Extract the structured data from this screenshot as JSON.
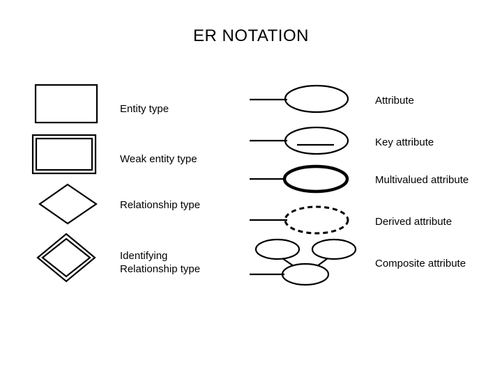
{
  "slide": {
    "title": "ER NOTATION",
    "background_color": "#ffffff",
    "ink_color": "#000000"
  },
  "left_column": {
    "items": [
      {
        "key": "entity",
        "label": "Entity type",
        "symbol": "rectangle"
      },
      {
        "key": "weak_entity",
        "label": "Weak entity type",
        "symbol": "double-rectangle"
      },
      {
        "key": "relationship",
        "label": "Relationship type",
        "symbol": "diamond"
      },
      {
        "key": "identifying",
        "label": "Identifying\nRelationship type",
        "symbol": "double-diamond"
      }
    ]
  },
  "right_column": {
    "items": [
      {
        "key": "attribute",
        "label": "Attribute",
        "symbol": "ellipse"
      },
      {
        "key": "key",
        "label": "Key attribute",
        "symbol": "ellipse-underlined"
      },
      {
        "key": "multivalued",
        "label": "Multivalued attribute",
        "symbol": "ellipse-thick"
      },
      {
        "key": "derived",
        "label": "Derived attribute",
        "symbol": "ellipse-dashed"
      },
      {
        "key": "composite",
        "label": "Composite attribute",
        "symbol": "ellipse-composite"
      }
    ]
  }
}
